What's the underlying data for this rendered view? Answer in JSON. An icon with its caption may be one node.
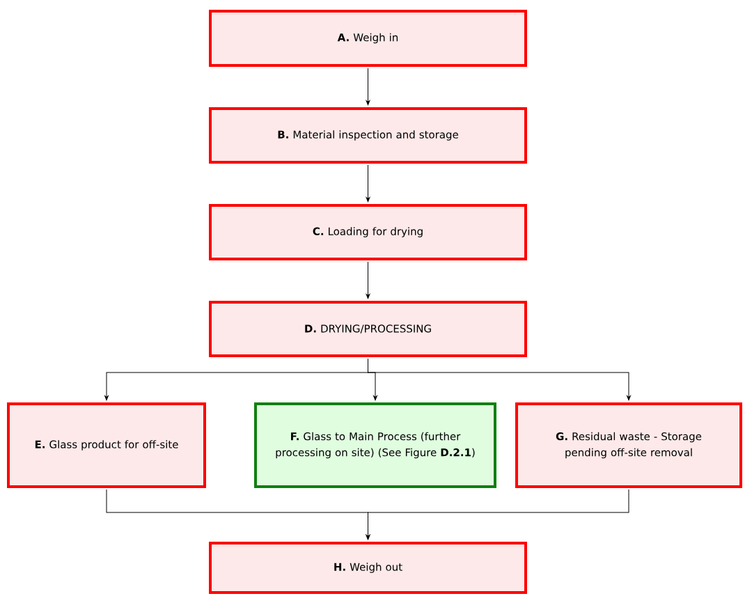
{
  "diagram": {
    "nodes": [
      {
        "text": [
          "**A.** Weigh in"
        ]
      },
      {
        "text": [
          "**B.** Material inspection and storage"
        ]
      },
      {
        "text": [
          "**C.** Loading for drying"
        ]
      },
      {
        "text": [
          "**D.** DRYING/PROCESSING"
        ]
      },
      {
        "text": [
          "**E.** Glass product for off-site"
        ]
      },
      {
        "text": [
          "**F.** Glass to Main Process (further processing on site) (See Figure **D.2.1**)"
        ]
      },
      {
        "text": [
          "**G.** Residual waste - Storage pending off-site removal"
        ]
      },
      {
        "text": [
          "**H.** Weigh out"
        ]
      }
    ],
    "edges": [
      {
        "from": 0,
        "to": 1,
        "arrow": "to"
      },
      {
        "from": 1,
        "to": 2,
        "arrow": "to"
      },
      {
        "from": 2,
        "to": 3,
        "arrow": "to"
      },
      {
        "from": 3,
        "to": 4,
        "arrow": "to"
      },
      {
        "from": 3,
        "to": 5,
        "arrow": "to"
      },
      {
        "from": 3,
        "to": 6,
        "arrow": "to"
      },
      {
        "from": 4,
        "to": 7,
        "arrow": "to"
      },
      {
        "from": 6,
        "to": 7,
        "arrow": "to"
      }
    ]
  }
}
